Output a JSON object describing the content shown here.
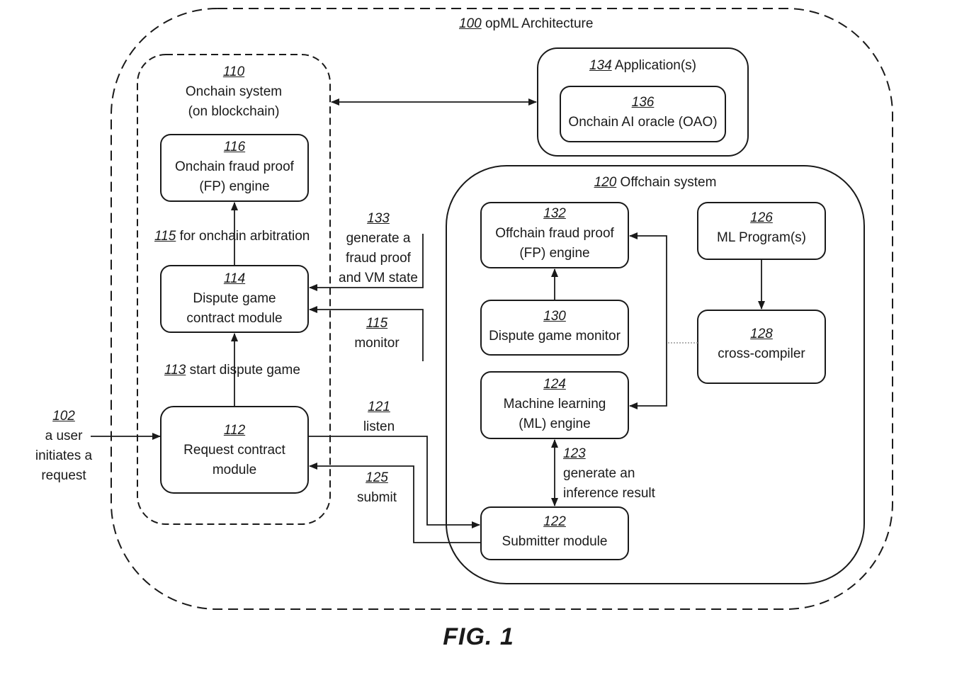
{
  "figure_label": "FIG. 1",
  "architecture": {
    "num": "100",
    "label": "opML Architecture"
  },
  "onchain": {
    "num": "110",
    "line1": "Onchain system",
    "line2": "(on blockchain)"
  },
  "applications": {
    "num": "134",
    "label": "Application(s)"
  },
  "oao": {
    "num": "136",
    "label": "Onchain AI oracle (OAO)"
  },
  "offchain": {
    "num": "120",
    "label": "Offchain system"
  },
  "fp_onchain": {
    "num": "116",
    "line1": "Onchain fraud proof",
    "line2": "(FP) engine"
  },
  "dispute_contract": {
    "num": "114",
    "line1": "Dispute game",
    "line2": "contract module"
  },
  "request_contract": {
    "num": "112",
    "line1": "Request contract",
    "line2": "module"
  },
  "fp_offchain": {
    "num": "132",
    "line1": "Offchain fraud proof",
    "line2": "(FP) engine"
  },
  "monitor_box": {
    "num": "130",
    "label": "Dispute game monitor"
  },
  "ml_engine": {
    "num": "124",
    "line1": "Machine learning",
    "line2": "(ML) engine"
  },
  "submitter": {
    "num": "122",
    "label": "Submitter module"
  },
  "ml_programs": {
    "num": "126",
    "label": "ML Program(s)"
  },
  "cross_compiler": {
    "num": "128",
    "label": "cross-compiler"
  },
  "labels": {
    "arbitration": {
      "num": "115",
      "text": "for onchain arbitration"
    },
    "start_dispute": {
      "num": "113",
      "text": "start dispute game"
    },
    "gen_proof": {
      "num": "133",
      "line1": "generate a",
      "line2": "fraud proof",
      "line3": "and VM state"
    },
    "monitor": {
      "num": "115",
      "text": "monitor"
    },
    "listen": {
      "num": "121",
      "text": "listen"
    },
    "submit": {
      "num": "125",
      "text": "submit"
    },
    "inference": {
      "num": "123",
      "line1": "generate an",
      "line2": "inference result"
    },
    "user": {
      "num": "102",
      "line1": "a user",
      "line2": "initiates a",
      "line3": "request"
    }
  },
  "colors": {
    "stroke": "#1a1a1a",
    "dotted": "#999999",
    "background": "#ffffff"
  }
}
